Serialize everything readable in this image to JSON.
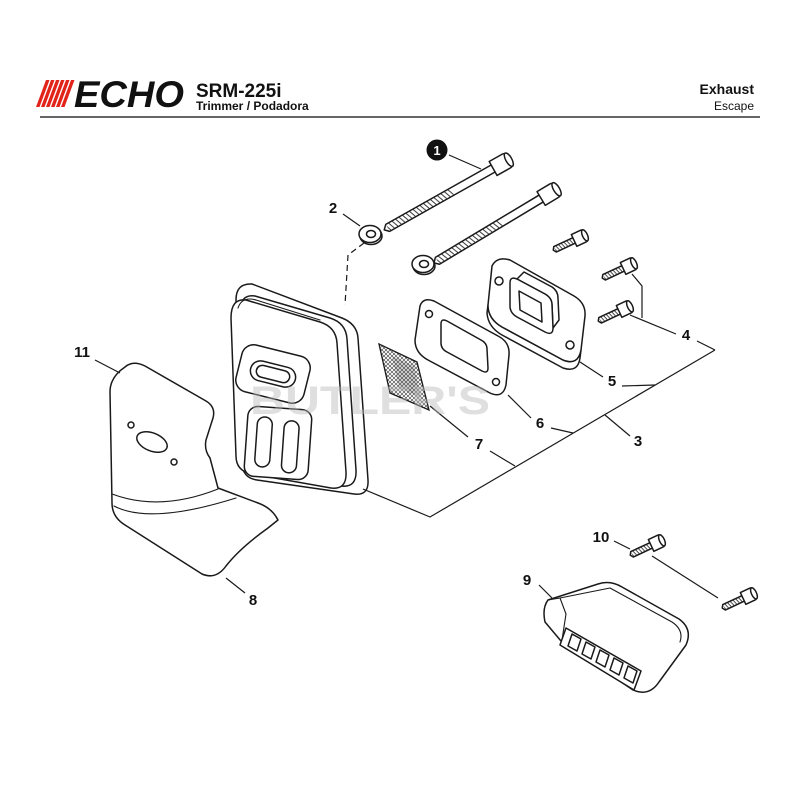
{
  "header": {
    "brand": "ECHO",
    "model": "SRM-225i",
    "product": "Trimmer / Podadora",
    "section_title": "Exhaust",
    "section_subtitle": "Escape"
  },
  "callouts": [
    {
      "number": "1"
    },
    {
      "number": "2"
    },
    {
      "number": "3"
    },
    {
      "number": "4"
    },
    {
      "number": "5"
    },
    {
      "number": "6"
    },
    {
      "number": "7"
    },
    {
      "number": "8"
    },
    {
      "number": "9"
    },
    {
      "number": "10"
    },
    {
      "number": "11"
    }
  ],
  "watermark": "BUTLER'S",
  "colors": {
    "brand_red": "#e2231a",
    "line_art": "#1a1a1a",
    "watermark": "#b9b9b9"
  }
}
